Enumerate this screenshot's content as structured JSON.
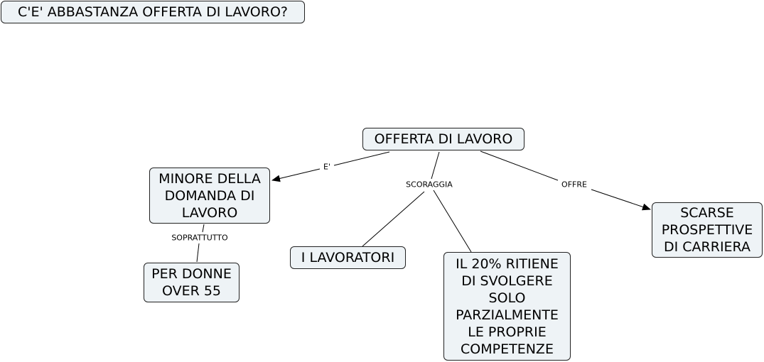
{
  "title": "C'E' ABBASTANZA OFFERTA DI LAVORO?",
  "nodes": {
    "offerta": "OFFERTA DI LAVORO",
    "minore": "MINORE DELLA\nDOMANDA DI\nLAVORO",
    "donne": "PER DONNE\nOVER 55",
    "lavoratori": "I LAVORATORI",
    "ritiene": "IL 20% RITIENE\nDI SVOLGERE\nSOLO\nPARZIALMENTE\nLE PROPRIE\nCOMPETENZE",
    "scarse": "SCARSE\nPROSPETTIVE\nDI CARRIERA"
  },
  "links": {
    "e": "E'",
    "soprattutto": "SOPRATTUTTO",
    "scoraggia": "SCORAGGIA",
    "offre": "OFFRE"
  }
}
